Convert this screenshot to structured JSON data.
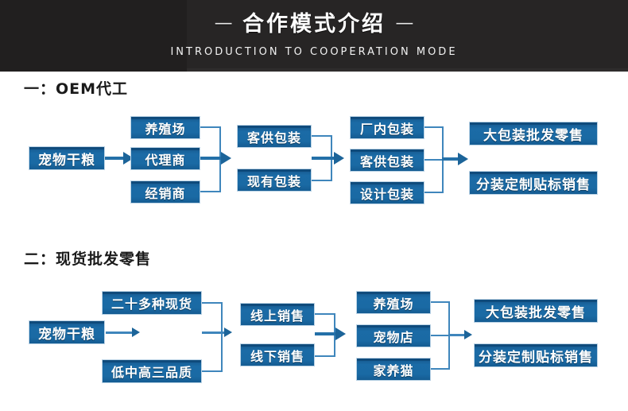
{
  "header": {
    "title": "合作模式介绍",
    "title_dash_left": "—",
    "title_dash_right": "—",
    "subtitle": "INTRODUCTION TO COOPERATION MODE",
    "bg_color": "#211f1f",
    "text_color": "#ffffff"
  },
  "theme": {
    "box_blue": "#1a6aa4",
    "box_blue_dark": "#0f4b7c",
    "box_border": "#bcd4e6",
    "connector_blue": "#2470a8",
    "heading_color": "#1a1a1a"
  },
  "sections": [
    {
      "heading": "一：OEM代工",
      "columns": [
        {
          "boxes": [
            "宠物干粮"
          ]
        },
        {
          "boxes": [
            "养殖场",
            "代理商",
            "经销商"
          ]
        },
        {
          "boxes": [
            "客供包装",
            "现有包装"
          ]
        },
        {
          "boxes": [
            "厂内包装",
            "客供包装",
            "设计包装"
          ]
        },
        {
          "boxes": [
            "大包装批发零售",
            "分装定制贴标销售"
          ]
        }
      ]
    },
    {
      "heading": "二：现货批发零售",
      "columns": [
        {
          "boxes": [
            "宠物干粮"
          ]
        },
        {
          "boxes": [
            "二十多种现货",
            "低中高三品质"
          ]
        },
        {
          "boxes": [
            "线上销售",
            "线下销售"
          ]
        },
        {
          "boxes": [
            "养殖场",
            "宠物店",
            "家养猫"
          ]
        },
        {
          "boxes": [
            "大包装批发零售",
            "分装定制贴标销售"
          ]
        }
      ]
    }
  ]
}
